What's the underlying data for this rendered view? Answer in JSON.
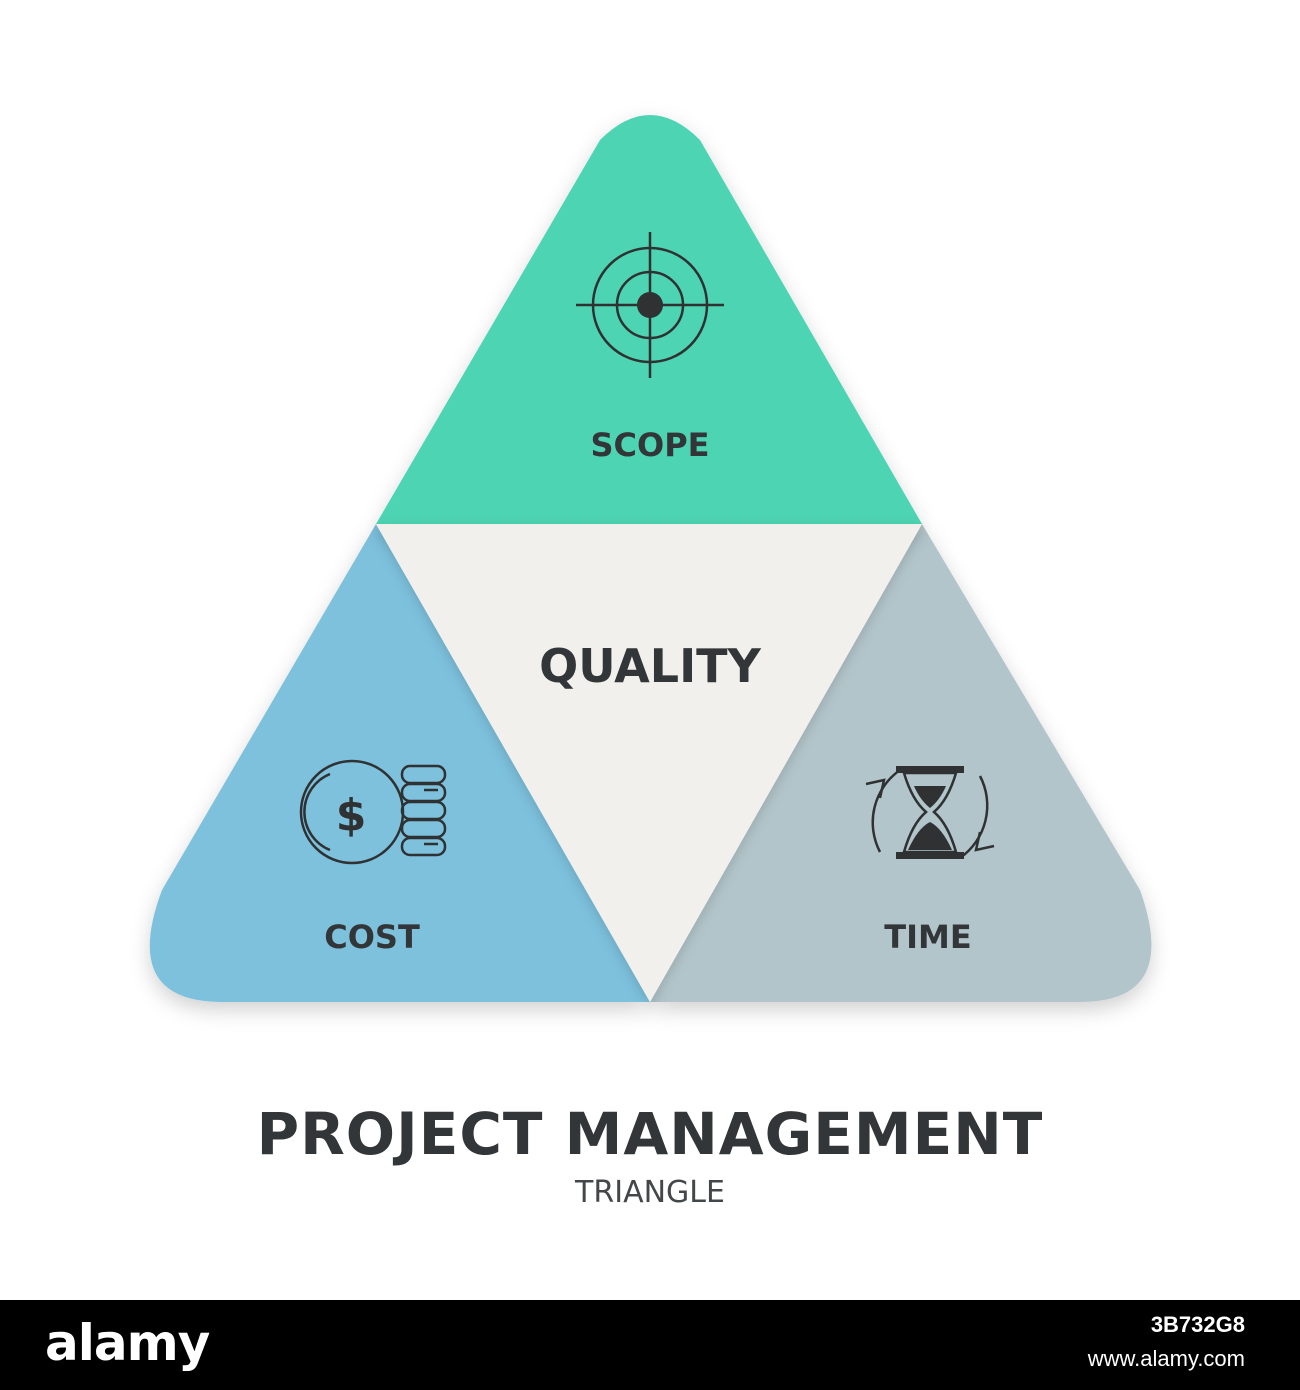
{
  "diagram": {
    "segments": {
      "scope": {
        "label": "SCOPE",
        "color": "#4ed4b2",
        "icon": "target-icon"
      },
      "cost": {
        "label": "COST",
        "color": "#7dc1dd",
        "icon": "dollar-coins-icon"
      },
      "time": {
        "label": "TIME",
        "color": "#b2c5ca",
        "icon": "hourglass-cycle-icon"
      },
      "quality": {
        "label": "QUALITY",
        "color": "#f2f0ec"
      }
    }
  },
  "title": "PROJECT MANAGEMENT",
  "subtitle": "TRIANGLE",
  "footer": {
    "logo": "alamy",
    "image_id": "3B732G8",
    "url": "www.alamy.com"
  }
}
